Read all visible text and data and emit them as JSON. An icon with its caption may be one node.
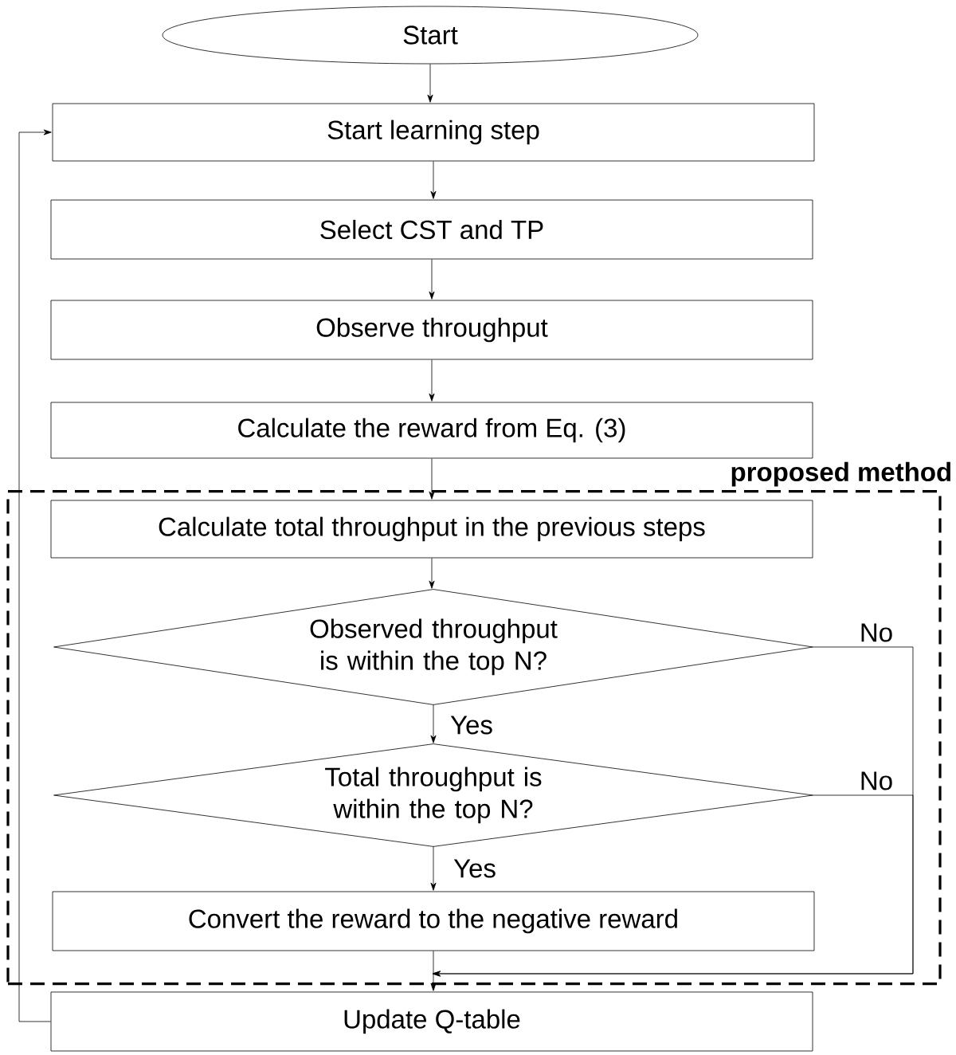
{
  "diagram": {
    "nodes": [
      {
        "text": [
          "Start"
        ]
      },
      {
        "text": [
          "Start learning step"
        ]
      },
      {
        "text": [
          "Select CST and TP"
        ]
      },
      {
        "text": [
          "Observe throughput"
        ]
      },
      {
        "text": [
          "Calculate the reward from Eq. (3)"
        ]
      },
      {
        "text": [
          "proposed method"
        ]
      },
      {
        "text": [
          "Calculate total throughput in the previous steps"
        ],
        "in": 5
      },
      {
        "text": [
          "Observed throughput is within the top N?"
        ],
        "in": 5
      },
      {
        "text": [
          "Total throughput is within the top N?"
        ],
        "in": 5
      },
      {
        "text": [
          "Convert the reward to the negative reward"
        ],
        "in": 5
      },
      {
        "text": [
          "Update Q-table"
        ]
      }
    ],
    "edges": [
      {
        "from": 0,
        "to": 1,
        "arrow": "to"
      },
      {
        "from": 1,
        "to": 2,
        "arrow": "to"
      },
      {
        "from": 2,
        "to": 3,
        "arrow": "to"
      },
      {
        "from": 3,
        "to": 4,
        "arrow": "to"
      },
      {
        "from": 4,
        "to": 6,
        "arrow": "to"
      },
      {
        "from": 6,
        "to": 7,
        "arrow": "to"
      },
      {
        "from": 7,
        "to": 8,
        "arrow": "to",
        "label": "Yes"
      },
      {
        "from": 8,
        "to": 9,
        "arrow": "to",
        "label": "Yes"
      },
      {
        "from": 9,
        "to": 10,
        "arrow": "to"
      },
      {
        "from": 7,
        "to": 10,
        "arrow": "to",
        "label": "No"
      },
      {
        "from": 8,
        "to": 10,
        "arrow": "to",
        "label": "No"
      },
      {
        "from": 10,
        "to": 1,
        "arrow": "to"
      }
    ]
  }
}
